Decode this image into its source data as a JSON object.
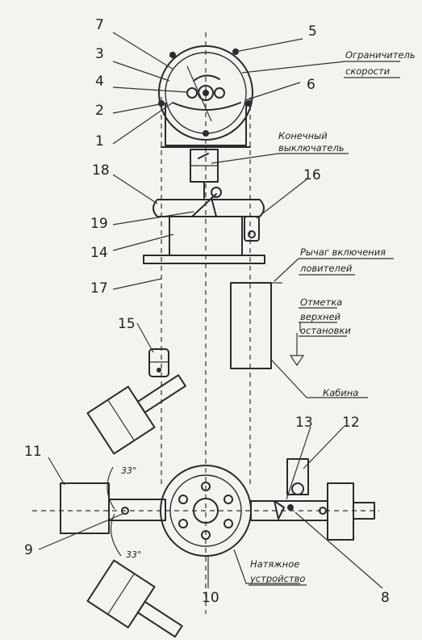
{
  "numbers": {
    "n1": "1",
    "n2": "2",
    "n3": "3",
    "n4": "4",
    "n5": "5",
    "n6": "6",
    "n7": "7",
    "n8": "8",
    "n9": "9",
    "n10": "10",
    "n11": "11",
    "n12": "12",
    "n13": "13",
    "n14": "14",
    "n15": "15",
    "n16": "16",
    "n17": "17",
    "n18": "18",
    "n19": "19"
  },
  "labels": {
    "limiter_1": "Ограничитель",
    "limiter_2": "скорости",
    "limit_switch_1": "Конечный",
    "limit_switch_2": "выключатель",
    "lever_1": "Рычаг включения",
    "lever_2": "ловителей",
    "mark_1": "Отметка",
    "mark_2": "верхней",
    "mark_3": "остановки",
    "cabin": "Кабина",
    "tension_1": "Натяжное",
    "tension_2": "устройство",
    "angle_top": "33°",
    "angle_bottom": "33°"
  },
  "colors": {
    "ink": "#2a2a2a",
    "paper": "#f4f3ef"
  }
}
